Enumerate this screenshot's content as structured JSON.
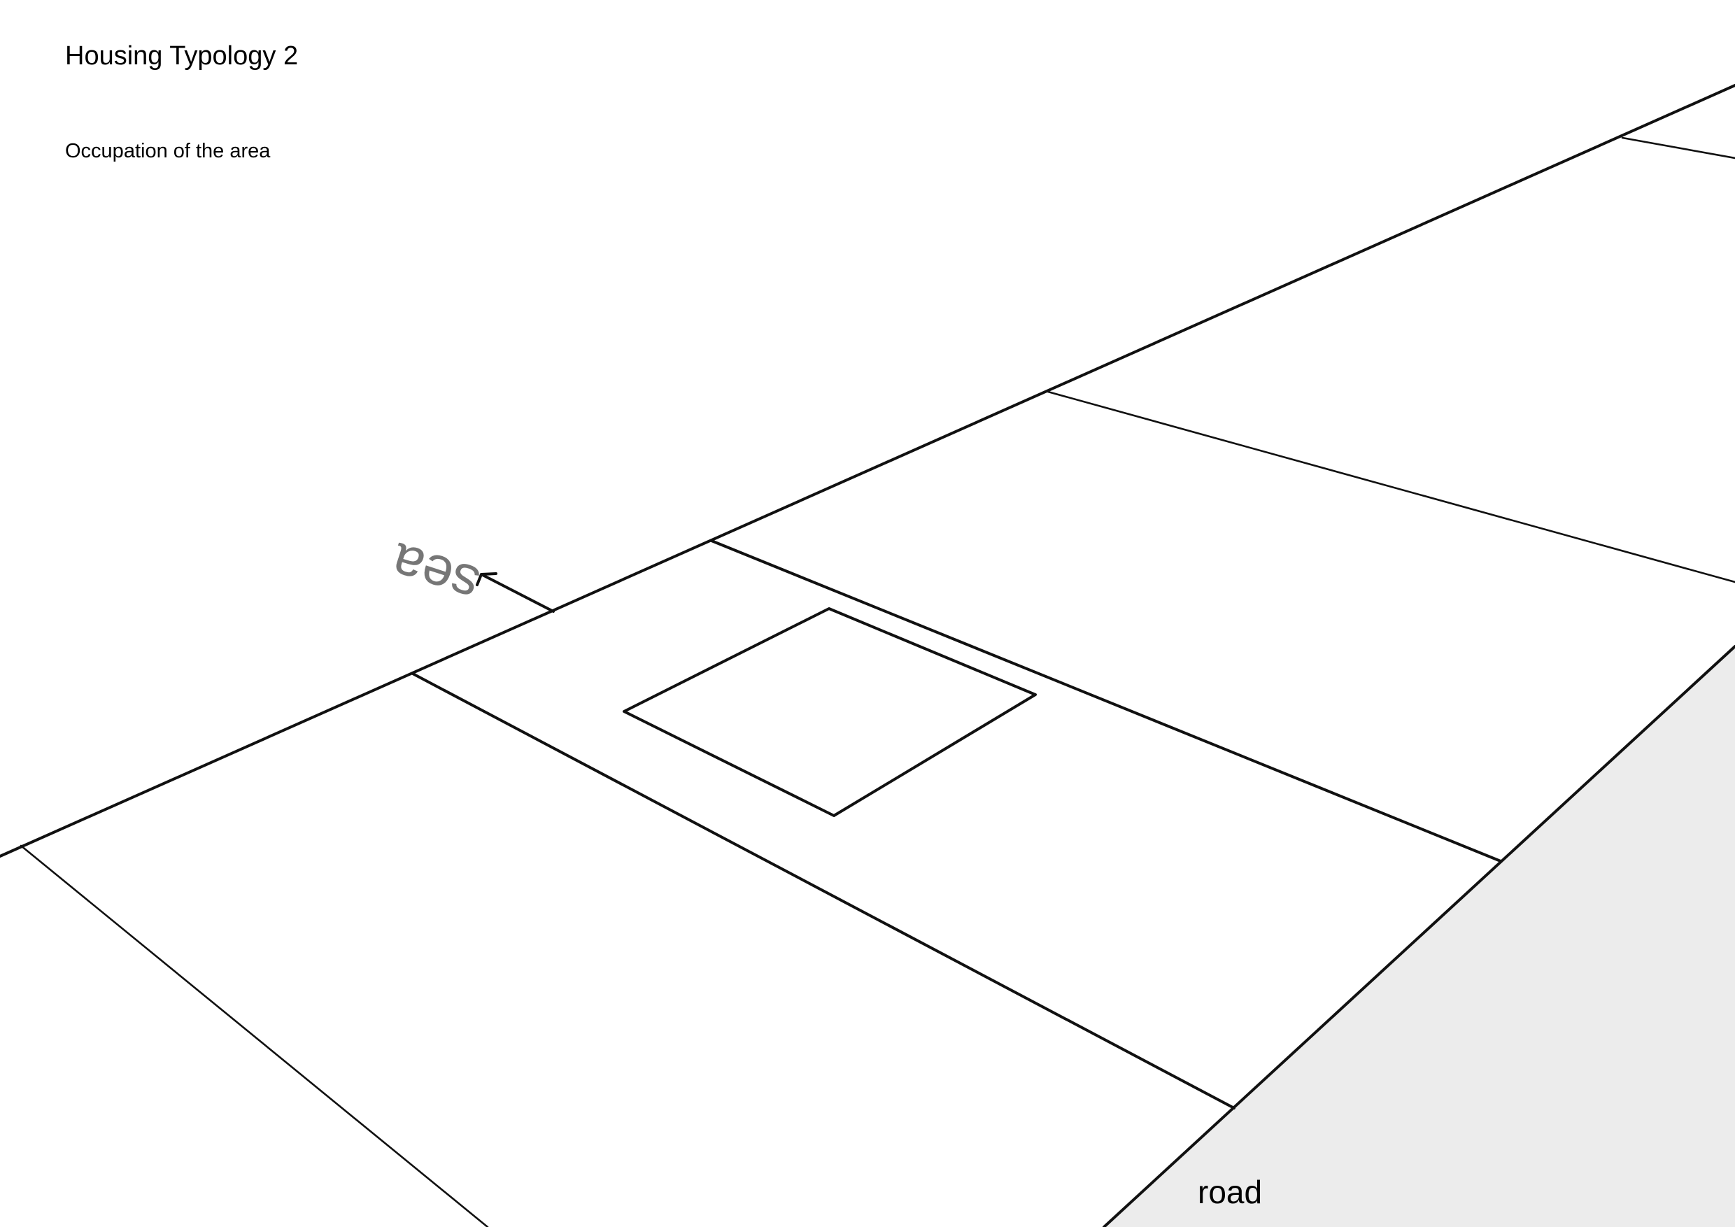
{
  "sheet": {
    "title": "Housing Typology 2",
    "subtitle": "Occupation of the area"
  },
  "labels": {
    "road": "road",
    "sea": "sea"
  },
  "colors": {
    "road_fill": "#ececec",
    "line": "#111111",
    "sea_label": "#767676"
  }
}
